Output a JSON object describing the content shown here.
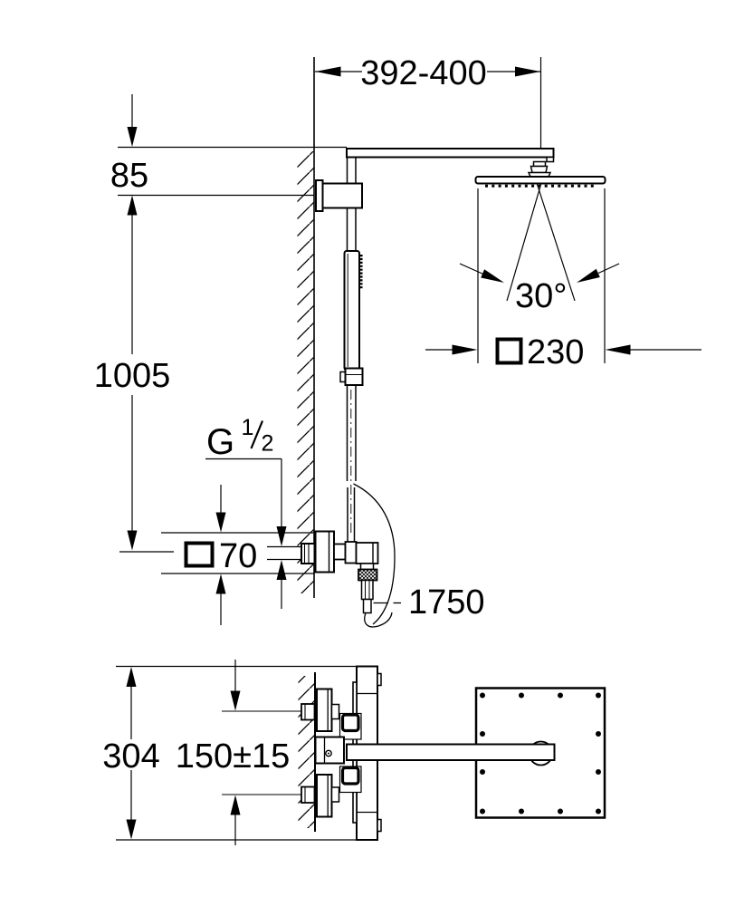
{
  "drawing": {
    "background": "#ffffff",
    "line_color": "#000000",
    "labels": {
      "arm_projection": "392-400",
      "arm_drop": "85",
      "riser_height": "1005",
      "thread_letter": "G",
      "thread_numerator": "1",
      "thread_denominator": "2",
      "escutcheon_size": "70",
      "head_size": "230",
      "spray_angle": "30°",
      "hose_length": "1750",
      "valve_length": "304",
      "supply_spacing": "150±15"
    }
  }
}
